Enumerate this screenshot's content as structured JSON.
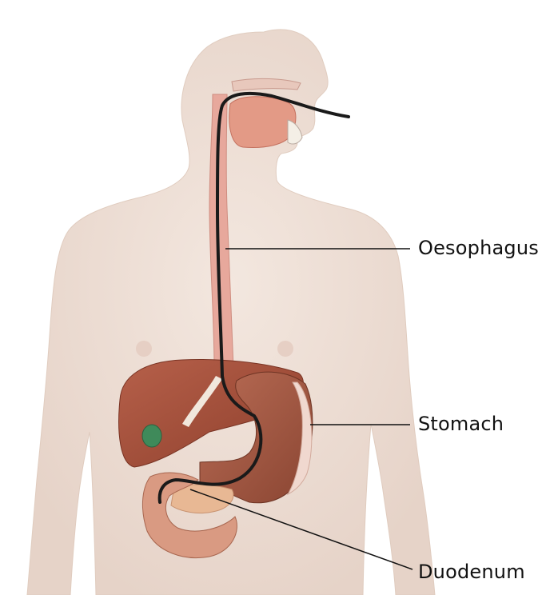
{
  "labels": {
    "oesophagus": "Oesophagus",
    "stomach": "Stomach",
    "duodenum": "Duodenum"
  },
  "colors": {
    "skin": "#efe2da",
    "skin_shadow": "#e2cfc4",
    "esophagus": "#e7a89c",
    "liver": "#a8533c",
    "stomach": "#c97f66",
    "stomach_inner": "#8f4a36",
    "duodenum": "#d99a82",
    "pancreas": "#e8b894",
    "gallbladder": "#3f8a5a",
    "scope": "#1a1a1a",
    "leader_line": "#111111"
  }
}
